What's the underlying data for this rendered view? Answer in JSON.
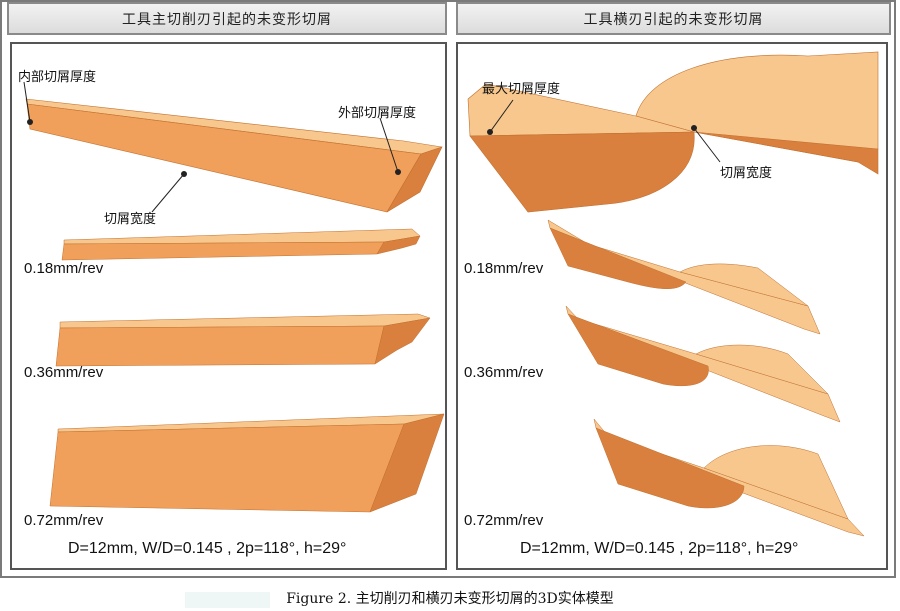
{
  "left_panel": {
    "header": "工具主切削刃引起的未变形切屑",
    "labels": {
      "inner_thickness": "内部切屑厚度",
      "outer_thickness": "外部切屑厚度",
      "chip_width": "切屑宽度"
    },
    "feeds": [
      "0.18mm/rev",
      "0.36mm/rev",
      "0.72mm/rev"
    ],
    "params": "D=12mm, W/D=0.145 , 2p=118°, h=29°"
  },
  "right_panel": {
    "header": "工具横刃引起的未变形切屑",
    "labels": {
      "max_thickness": "最大切屑厚度",
      "chip_width": "切屑宽度"
    },
    "feeds": [
      "0.18mm/rev",
      "0.36mm/rev",
      "0.72mm/rev"
    ],
    "params": "D=12mm, W/D=0.145 , 2p=118°, h=29°"
  },
  "caption": "Figure 2. 主切削刃和横刃未变形切屑的3D实体模型",
  "colors": {
    "chip_front": "#f0a05a",
    "chip_top": "#f7c78e",
    "chip_side": "#d9803f",
    "chip_edge": "#c2702f"
  }
}
